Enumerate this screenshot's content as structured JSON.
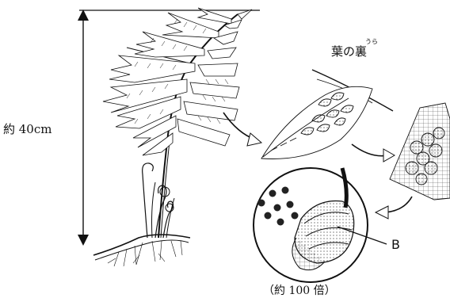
{
  "labels": {
    "height": "約 40cm",
    "leaf_back": "葉の裏",
    "leaf_back_ruby": "うら",
    "magnification": "（約 100 倍）",
    "marker_b": "B"
  }
}
